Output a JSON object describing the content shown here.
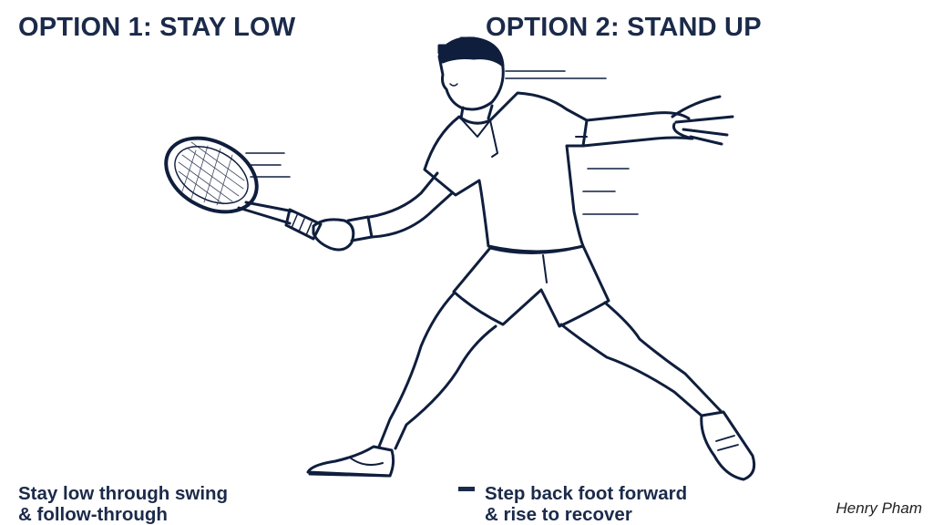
{
  "headings": {
    "option_1": "OPTION 1: STAY LOW",
    "option_2": "OPTION 2: STAND UP"
  },
  "captions": {
    "option_1": {
      "line_1": "Stay low through swing",
      "line_2": "& follow-through"
    },
    "option_2": {
      "line_1": "Step back foot forward",
      "line_2": "& rise to recover"
    }
  },
  "credit": "Henry Pham",
  "illustration": {
    "subject": "tennis-player-forehand-lunge",
    "icons": [
      "tennis-racket-icon",
      "speed-lines-icon",
      "sneaker-icon"
    ]
  },
  "colors": {
    "text": "#1b2a4a",
    "ink": "#0f1e3d",
    "background": "#ffffff"
  }
}
